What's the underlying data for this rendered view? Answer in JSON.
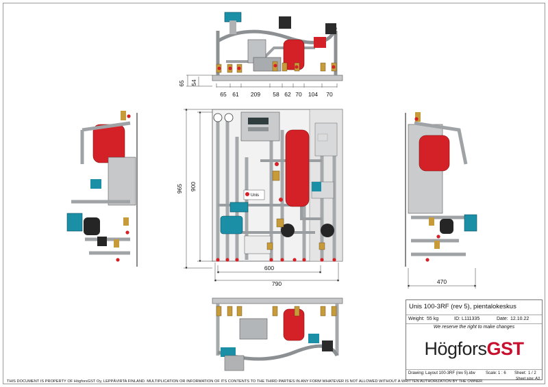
{
  "dimensions": {
    "top_widths": [
      "65",
      "61",
      "209",
      "58",
      "62",
      "70",
      "104",
      "70"
    ],
    "top_heights": [
      "65",
      "54"
    ],
    "front_heights": [
      "965",
      "900"
    ],
    "front_widths": [
      "600",
      "790"
    ],
    "side_width": "470"
  },
  "title_block": {
    "title": "Unis 100-3RF (rev 5), pientalokeskus",
    "weight_label": "Weight:",
    "weight_value": "55 kg",
    "id_label": "ID:",
    "id_value": "L111335",
    "date_label": "Date:",
    "date_value": "12.10.22",
    "reserve_text": "We reserve the right to make changes",
    "logo_text": "Högfors",
    "logo_suffix": "GST",
    "drawing_label": "Drawing:",
    "drawing_value": "Layout 100-3RF (rev 5).idw",
    "scale_label": "Scale:",
    "scale_value": "1 : 6",
    "sheet_label": "Sheet:",
    "sheet_value": "1 / 2",
    "sheet_size": "Sheet size: A3"
  },
  "diagram_labels": {
    "brand_plate": "Unis"
  },
  "footer_text": "THIS DOCUMENT IS PROPERTY OF HögforsGST Oy, LEPPÄVIRTA FINLAND. MULTIPLICATION OR INFORMATION OF ITS CONTENTS TO THE THIRD PARTIES IN ANY FORM WHATEVER IS NOT ALLOWED WITHOUT A WRITTEN AUTHORIZATION BY THE OWNER.",
  "colors": {
    "tank_red": "#d42127",
    "pump_teal": "#1a8fa6",
    "frame_grey": "#b9bcbf",
    "brass": "#c79a3a"
  }
}
